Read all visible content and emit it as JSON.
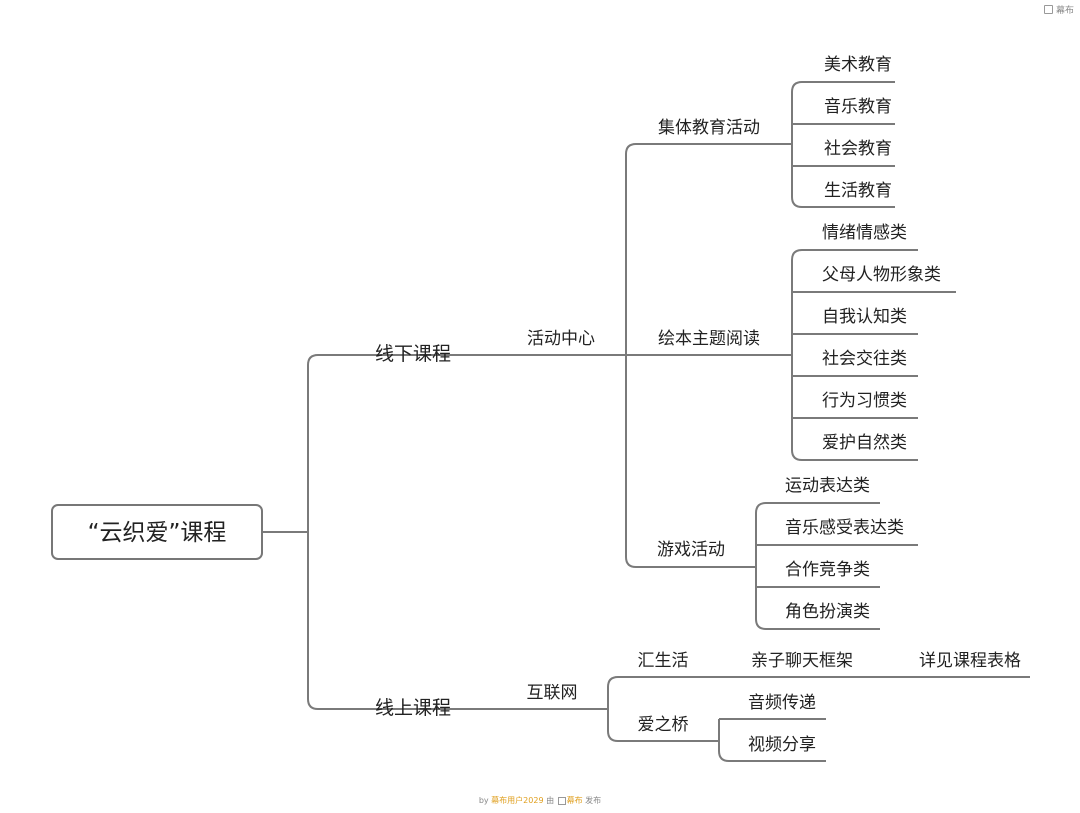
{
  "brand": {
    "label": "幕布"
  },
  "mindmap": {
    "root": "“云织爱”课程",
    "offline": {
      "label": "线下课程",
      "center": {
        "label": "活动中心",
        "collective": {
          "label": "集体教育活动",
          "items": [
            "美术教育",
            "音乐教育",
            "社会教育",
            "生活教育"
          ]
        },
        "picturebook": {
          "label": "绘本主题阅读",
          "items": [
            "情绪情感类",
            "父母人物形象类",
            "自我认知类",
            "社会交往类",
            "行为习惯类",
            "爱护自然类"
          ]
        },
        "games": {
          "label": "游戏活动",
          "items": [
            "运动表达类",
            "音乐感受表达类",
            "合作竞争类",
            "角色扮演类"
          ]
        }
      }
    },
    "online": {
      "label": "线上课程",
      "internet": {
        "label": "互联网",
        "life": {
          "label": "汇生活",
          "child": "亲子聊天框架",
          "grandchild": "详见课程表格"
        },
        "bridge": {
          "label": "爱之桥",
          "items": [
            "音频传递",
            "视频分享"
          ]
        }
      }
    }
  },
  "footer": {
    "by": "by",
    "user": "幕布用户2029",
    "via": "由",
    "brand": "幕布",
    "publish": "发布"
  }
}
